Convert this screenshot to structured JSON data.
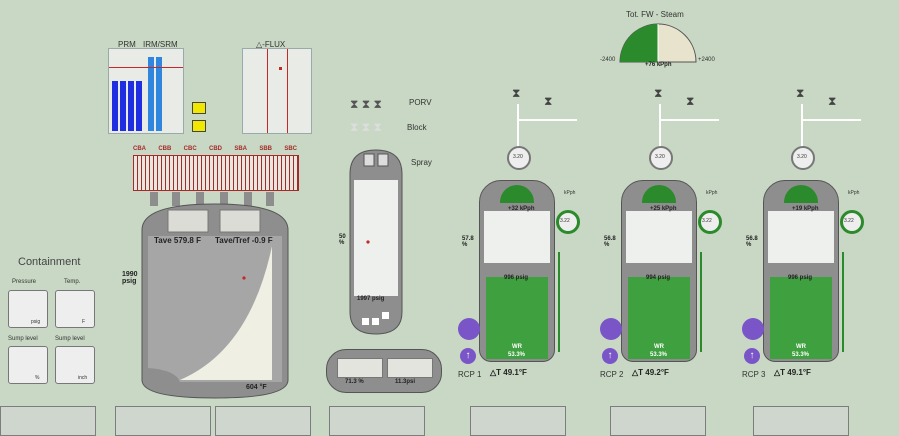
{
  "colors": {
    "bg": "#c8d8c4",
    "steam_green": "#2b8a2b",
    "water_green": "#3ea03e",
    "bar_blue": "#1f2ee0",
    "red": "#c62828",
    "purple": "#7a55c8"
  },
  "fw_steam": {
    "title": "Tot. FW - Steam",
    "min": "-2400",
    "max": "+2400",
    "value": "+76 kPph"
  },
  "nuclear": {
    "prm": "PRM",
    "irm": "IRM/SRM",
    "flux": "△-FLUX",
    "cr_groups": [
      "CBA",
      "CBB",
      "CBC",
      "CBD",
      "SBA",
      "SBB",
      "SBC"
    ]
  },
  "reactor": {
    "tave": "Tave 579.8 F",
    "tdev": "Tave/Tref -0.9 F",
    "pressure": "1990 psig",
    "temp": "604 °F"
  },
  "containment": {
    "title": "Containment",
    "gauges": [
      {
        "label": "Pressure",
        "unit": "psig"
      },
      {
        "label": "Temp.",
        "unit": "F"
      },
      {
        "label": "Sump level",
        "unit": "%"
      },
      {
        "label": "Sump level",
        "unit": "inch"
      }
    ]
  },
  "pressurizer": {
    "porv": "PORV",
    "block": "Block",
    "spray": "Spray",
    "level": "50 %",
    "pressure": "1997 psig",
    "relief_level": "71.3 %",
    "relief_pressure": "11.3psi"
  },
  "steam_generators": [
    {
      "steam": "+32 kPph",
      "level": "57.8 %",
      "pressure": "996 psig",
      "wr": "WR",
      "wr_val": "53.3%",
      "rcp": "RCP 1",
      "dt": "△T 49.1°F",
      "fw": "kPph",
      "gauge": "3.22",
      "top": "3.20"
    },
    {
      "steam": "+25 kPph",
      "level": "56.8 %",
      "pressure": "994 psig",
      "wr": "WR",
      "wr_val": "53.3%",
      "rcp": "RCP 2",
      "dt": "△T 49.2°F",
      "fw": "kPph",
      "gauge": "3.22",
      "top": "3.20"
    },
    {
      "steam": "+19 kPph",
      "level": "56.8 %",
      "pressure": "996 psig",
      "wr": "WR",
      "wr_val": "53.3%",
      "rcp": "RCP 3",
      "dt": "△T 49.1°F",
      "fw": "kPph",
      "gauge": "3.22",
      "top": "3.20"
    }
  ]
}
